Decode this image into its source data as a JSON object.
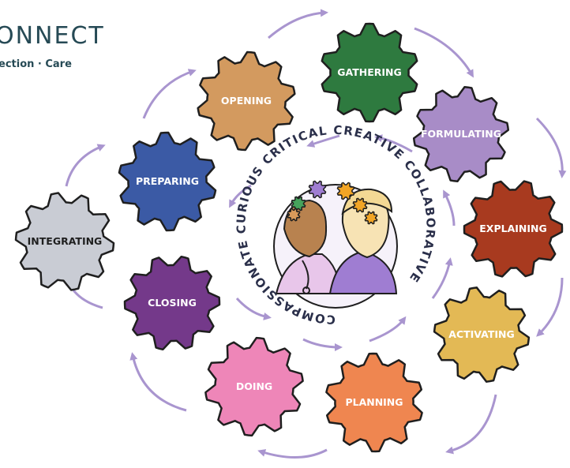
{
  "brand": {
    "title": "ONNECT",
    "subtitle": "ection · Care"
  },
  "center_ring_text": "COMPASSIONATE CURIOUS CRITICAL CREATIVE COLLABORATIVE",
  "gears": [
    {
      "label": "GATHERING",
      "color": "#2e7a3f"
    },
    {
      "label": "FORMULATING",
      "color": "#a88cc7"
    },
    {
      "label": "EXPLAINING",
      "color": "#a83a1f"
    },
    {
      "label": "ACTIVATING",
      "color": "#e3b955"
    },
    {
      "label": "PLANNING",
      "color": "#ef8650"
    },
    {
      "label": "DOING",
      "color": "#ee86b8"
    },
    {
      "label": "CLOSING",
      "color": "#74398a"
    },
    {
      "label": "INTEGRATING",
      "color": "#c9ccd4"
    },
    {
      "label": "PREPARING",
      "color": "#3b5aa5"
    },
    {
      "label": "OPENING",
      "color": "#d39a5f"
    }
  ],
  "colors": {
    "arrow": "#a995cf",
    "outline": "#1f1f1f",
    "label_dark": "#1f1f1f",
    "label_light": "#ffffff"
  }
}
